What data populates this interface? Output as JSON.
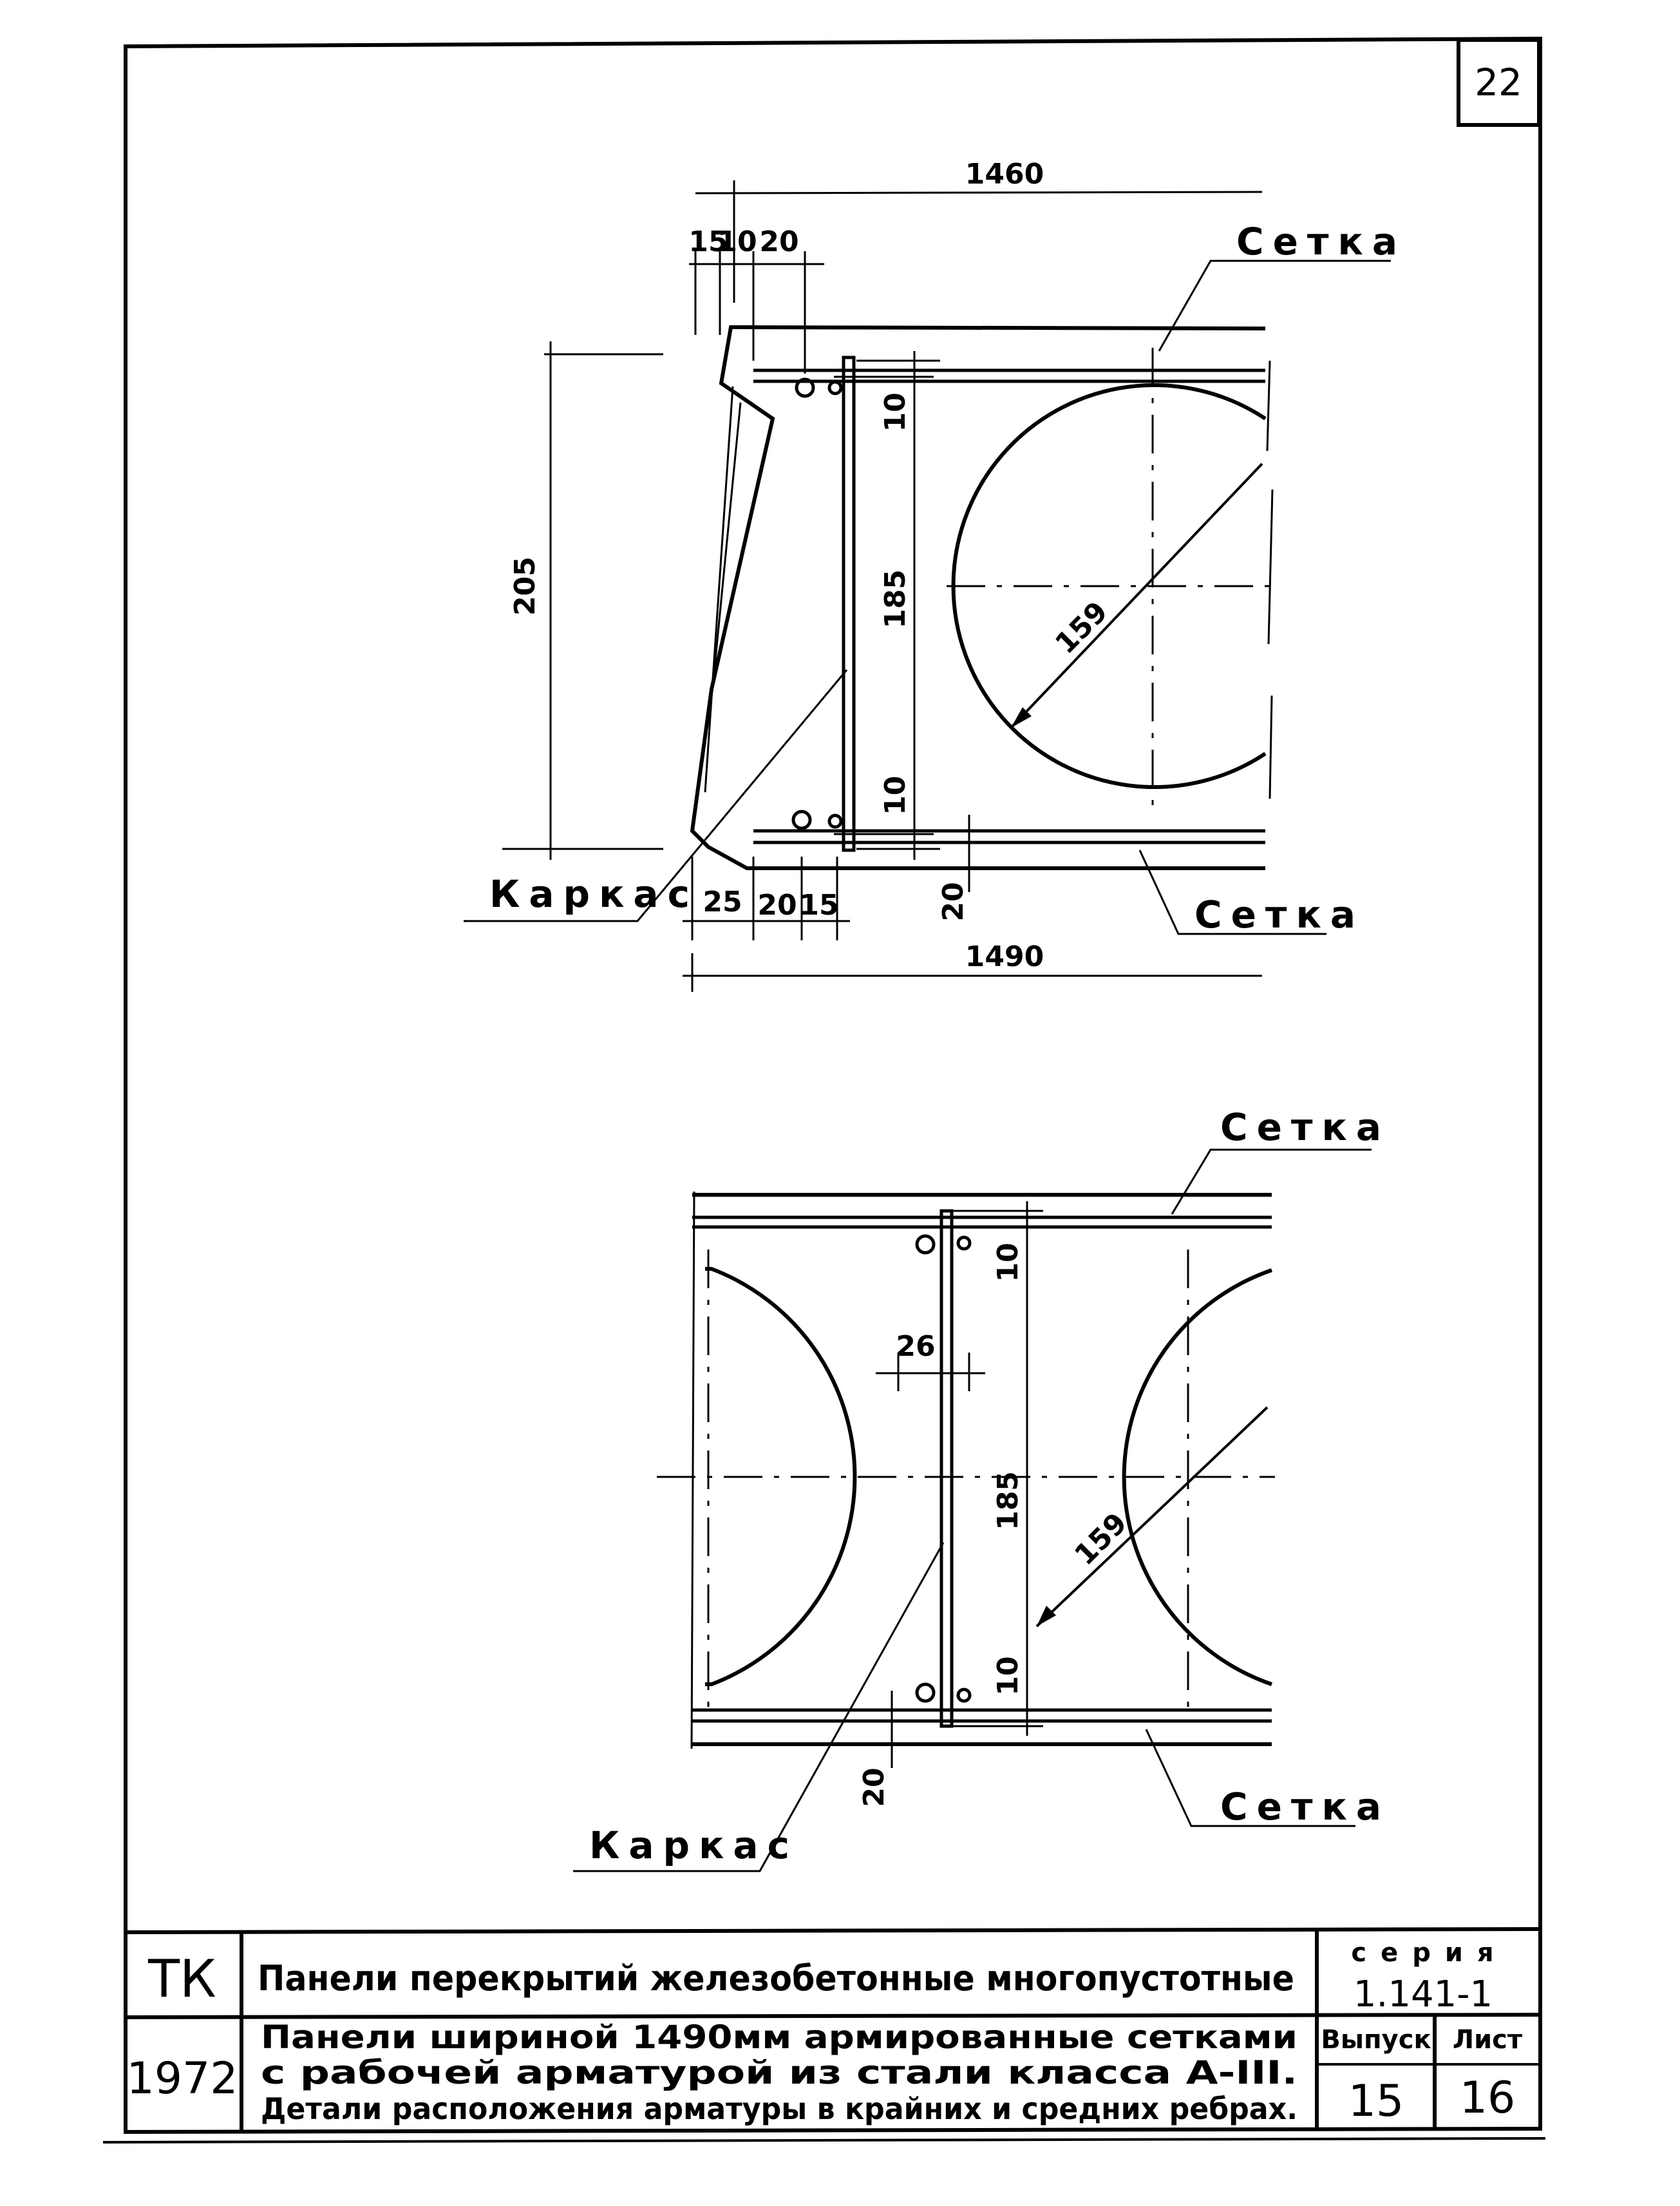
{
  "sheet_number": "22",
  "drawing1": {
    "dims": {
      "top_total": "1460",
      "top_a": "15",
      "top_b": "10",
      "top_c": "20",
      "height": "205",
      "inner_height": "185",
      "cover_top": "10",
      "cover_bottom": "10",
      "diameter": "159",
      "bottom_a": "25",
      "bottom_b": "20",
      "bottom_c": "15",
      "bottom_total": "1490",
      "cover_20": "20"
    },
    "labels": {
      "mesh_top": "Сетка",
      "mesh_bottom": "Сетка",
      "frame": "Каркас"
    }
  },
  "drawing2": {
    "dims": {
      "rib": "26",
      "inner_height": "185",
      "cover_top": "10",
      "cover_bottom": "10",
      "diameter": "159",
      "cover_20": "20"
    },
    "labels": {
      "mesh_top": "Сетка",
      "mesh_bottom": "Сетка",
      "frame": "Каркас"
    }
  },
  "title_block": {
    "org": "ТК",
    "year": "1972",
    "title": "Панели перекрытий железобетонные многопустотные",
    "subtitle_line1": "Панели шириной  1490мм армированные сетками",
    "subtitle_line2": "с рабочей  арматурой  из стали  класса А-III.",
    "subtitle_line3": "Детали расположения арматуры в крайних и средних ребрах.",
    "series_label": "серия",
    "series_value": "1.141-1",
    "issue_label": "Выпуск",
    "issue_value": "15",
    "sheet_label": "Лист",
    "sheet_value": "16"
  }
}
